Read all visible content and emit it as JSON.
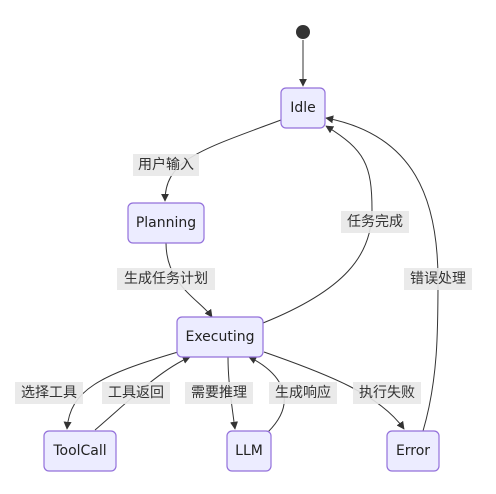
{
  "states": {
    "idle": "Idle",
    "planning": "Planning",
    "executing": "Executing",
    "toolcall": "ToolCall",
    "llm": "LLM",
    "error": "Error"
  },
  "edges": {
    "user_input": "用户输入",
    "generate_plan": "生成任务计划",
    "task_complete": "任务完成",
    "error_handling": "错误处理",
    "select_tool": "选择工具",
    "tool_return": "工具返回",
    "needs_reasoning": "需要推理",
    "generate_response": "生成响应",
    "execution_failed": "执行失败"
  },
  "colors": {
    "state_fill": "#ECECFF",
    "state_stroke": "#9370DB",
    "edge": "#333333",
    "label_bg": "#E8E8E8"
  }
}
